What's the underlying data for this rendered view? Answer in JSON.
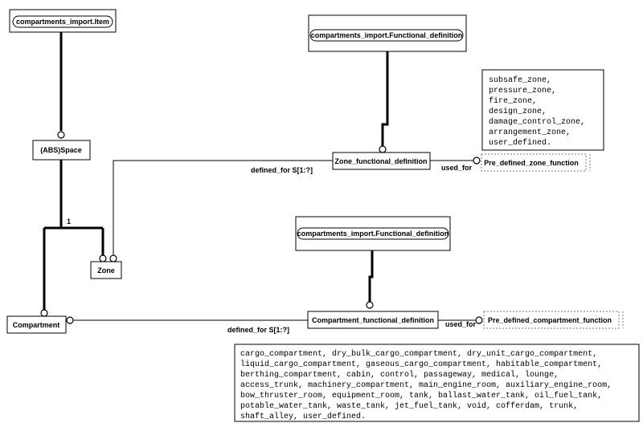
{
  "entities": {
    "item_ref": "compartments_import.Item",
    "func_def_ref_top": "compartments_import.Functional_definition",
    "func_def_ref_bottom": "compartments_import.Functional_definition",
    "space": "(ABS)Space",
    "zone": "Zone",
    "compartment": "Compartment",
    "zone_functional_definition": "Zone_functional_definition",
    "compartment_functional_definition": "Compartment_functional_definition",
    "pre_defined_zone_function": "Pre_defined_zone_function",
    "pre_defined_compartment_function": "Pre_defined_compartment_function"
  },
  "relations": {
    "zone_defined_for": "defined_for S[1:?]",
    "zone_used_for": "used_for",
    "compartment_defined_for": "defined_for S[1:?]",
    "compartment_used_for": "used_for",
    "supertype_count": "1"
  },
  "notes": {
    "zone_values": [
      "subsafe_zone,",
      "pressure_zone,",
      "fire_zone,",
      "design_zone,",
      "damage_control_zone,",
      "arrangement_zone,",
      "user_defined."
    ],
    "compartment_values": [
      "cargo_compartment, dry_bulk_cargo_compartment, dry_unit_cargo_compartment,",
      "liquid_cargo_compartment, gaseous_cargo_compartment, habitable_compartment,",
      "berthing_compartment, cabin, control, passageway, medical, lounge,",
      "access_trunk, machinery_compartment, main_engine_room, auxiliary_engine_room,",
      "bow_thruster_room, equipment_room, tank, ballast_water_tank, oil_fuel_tank,",
      "potable_water_tank, waste_tank, jet_fuel_tank, void, cofferdam, trunk,",
      "shaft_alley, user_defined."
    ]
  }
}
